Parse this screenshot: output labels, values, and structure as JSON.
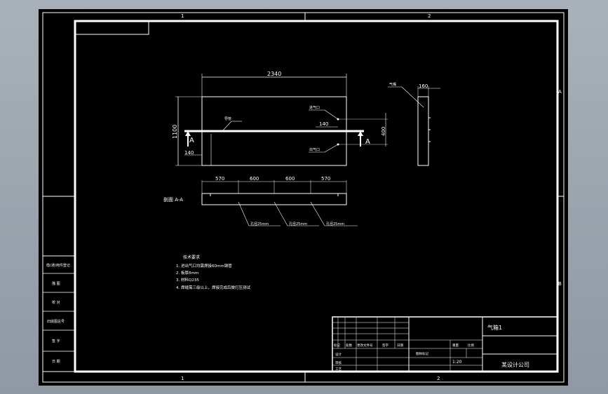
{
  "drawing": {
    "zone_top_1": "1",
    "zone_top_2": "2",
    "zone_bottom_1": "1",
    "zone_bottom_2": "2",
    "zone_right_a": "A",
    "zone_right_b": "B",
    "dim_width": "2340",
    "dim_height": "1100",
    "dim_offset_left": "140",
    "dim_offset_top": "140",
    "dim_spacing": "400",
    "dim_side_width": "160",
    "section_marker_left": "A",
    "section_marker_right": "A",
    "section_title": "剖面 A-A",
    "dim_seg_1": "570",
    "dim_seg_2": "600",
    "dim_seg_3": "600",
    "dim_seg_4": "570",
    "label_inlet": "进气口",
    "label_outlet": "出气口",
    "label_pipe": "导管",
    "label_side": "气嘴",
    "label_hole_1": "孔径25mm",
    "label_hole_2": "孔径25mm",
    "label_hole_3": "孔径25mm",
    "notes_title": "技术要求",
    "note_1": "1. 进出气口均需焊接60mm钢管",
    "note_2": "2. 板厚8mm",
    "note_3": "3. 材料Q235",
    "note_4": "4. 焊缝需三级以上，焊接完成后做打压测试"
  },
  "side_table": {
    "rows": [
      "借(通)用件登记",
      "描 图",
      "校 对",
      "旧底图总号",
      "签 字",
      "日 期"
    ]
  },
  "title_block": {
    "part_name": "气箱1",
    "company": "某设计公司",
    "scale": "1:20",
    "labels": [
      "标记",
      "处数",
      "更改文件号",
      "签字",
      "日期",
      "设计",
      "审核",
      "工艺",
      "图样标记",
      "重量",
      "比例"
    ]
  }
}
